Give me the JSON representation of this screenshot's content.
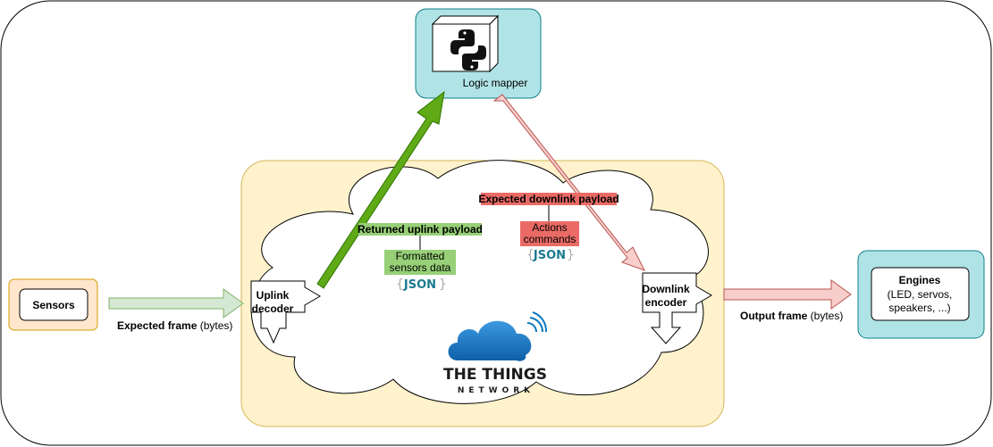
{
  "sensors": {
    "label": "Sensors"
  },
  "expected_frame": {
    "bold": "Expected frame",
    "rest": " (bytes)"
  },
  "uplink_decoder": {
    "line1": "Uplink",
    "line2": "decoder"
  },
  "returned_uplink": {
    "label": "Returned uplink payload"
  },
  "formatted": {
    "line1": "Formatted",
    "line2": "sensors data",
    "json": "JSON",
    "brace_open": "{",
    "brace_close": "}"
  },
  "logic_mapper": {
    "label": "Logic mapper"
  },
  "expected_downlink": {
    "label": "Expected downlink payload"
  },
  "actions": {
    "line1": "Actions",
    "line2": "commands",
    "json": "JSON",
    "brace_open": "{",
    "brace_close": "}"
  },
  "downlink_encoder": {
    "line1": "Downlink",
    "line2": "encoder"
  },
  "output_frame": {
    "bold": "Output frame",
    "rest": " (bytes)"
  },
  "engines": {
    "title": "Engines",
    "line1": "(LED, servos,",
    "line2": "speakers, ...)"
  },
  "ttn": {
    "line1": "THE THINGS",
    "line2": "NETWORK"
  },
  "colors": {
    "yellow_bg": "#fff2cc",
    "yellow_border": "#d6b656",
    "teal_bg": "#b0e3e6",
    "teal_border": "#0e8088",
    "orange_bg": "#ffe6cc",
    "orange_border": "#d79b00",
    "green_arrow": "#60a917",
    "green_label": "#97d077",
    "red_arrow": "#f8cecc",
    "red_label": "#ea6b66",
    "ttn_blue": "#0f6ab4"
  }
}
